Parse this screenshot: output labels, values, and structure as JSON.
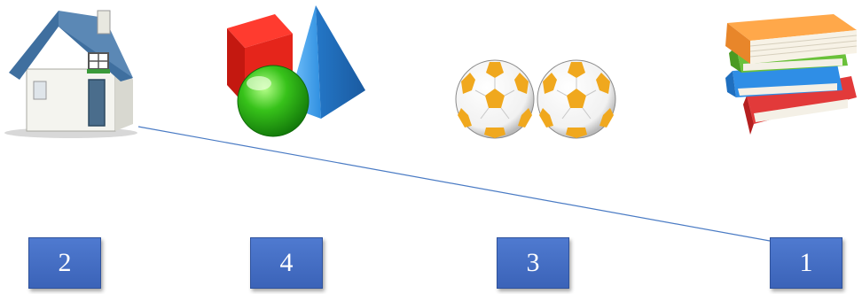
{
  "pictures": [
    {
      "name": "house",
      "icon": "house-icon"
    },
    {
      "name": "shapes",
      "icon": "geometric-shapes-icon"
    },
    {
      "name": "soccer-balls",
      "icon": "soccer-ball-icon",
      "count": 2
    },
    {
      "name": "books",
      "icon": "books-stack-icon"
    }
  ],
  "number_boxes": [
    {
      "label": "2"
    },
    {
      "label": "4"
    },
    {
      "label": "3"
    },
    {
      "label": "1"
    }
  ],
  "connector": {
    "from": "house",
    "to": "box-1-label",
    "color": "#4a7bc4"
  },
  "colors": {
    "box_fill": "#4a72c4",
    "box_text": "#ffffff",
    "line": "#4a7bc4"
  }
}
